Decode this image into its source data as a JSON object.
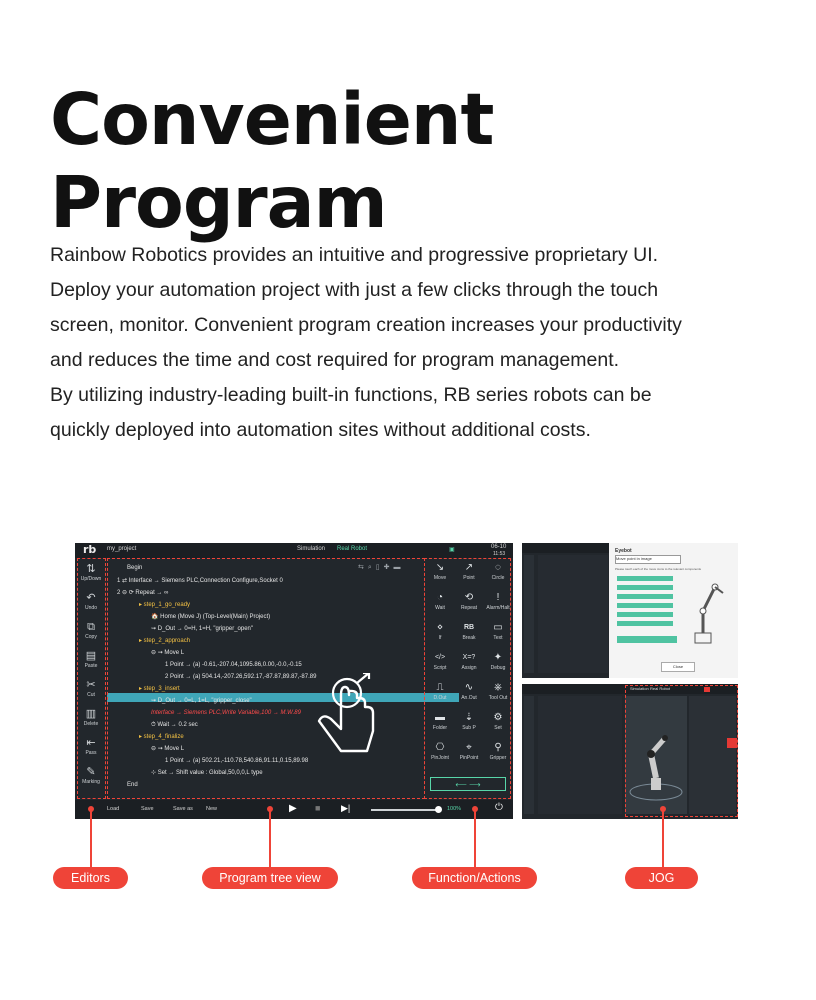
{
  "headline": "Convenient Program",
  "intro": [
    "Rainbow Robotics provides an intuitive and progressive proprietary UI.",
    "Deploy your automation project with just a few clicks through the touch",
    "screen, monitor. Convenient program creation increases your productivity",
    "and reduces the time and cost required for program management.",
    "By utilizing industry-leading built-in functions, RB series robots can be",
    "quickly deployed into automation sites without additional costs."
  ],
  "app": {
    "logo": "rb",
    "project": "my_project",
    "mode_sim": "Simulation",
    "mode_real": "Real Robot",
    "date": "06-10",
    "time": "11:53",
    "tools": [
      {
        "icon": "up-down-icon",
        "glyph": "⇅",
        "label": "Up/Down"
      },
      {
        "icon": "undo-icon",
        "glyph": "↶",
        "label": "Undo"
      },
      {
        "icon": "copy-icon",
        "glyph": "⧉",
        "label": "Copy"
      },
      {
        "icon": "paste-icon",
        "glyph": "▤",
        "label": "Paste"
      },
      {
        "icon": "cut-icon",
        "glyph": "✂",
        "label": "Cut"
      },
      {
        "icon": "delete-icon",
        "glyph": "🗑",
        "label": "Delete"
      },
      {
        "icon": "pass-icon",
        "glyph": "⇤",
        "label": "Pass"
      },
      {
        "icon": "marking-icon",
        "glyph": "✎",
        "label": "Marking"
      }
    ],
    "tree": [
      {
        "text": "Begin"
      },
      {
        "text": "1  ⇄ Interface → Siemens PLC,Connection Configure,Socket 0"
      },
      {
        "text": "2  ⊖ ⟳ Repeat → ∞"
      },
      {
        "text": "▸ step_1_go_ready"
      },
      {
        "text": "🏠 Home (Move J) (Top-Level(Main) Project)"
      },
      {
        "text": "⇝ D_Out → 0=H, 1=H, \"gripper_open\""
      },
      {
        "text": "▸ step_2_approach"
      },
      {
        "text": "⊖ ⇝ Move L"
      },
      {
        "text": "1 Point → (a) -0.61,-207.04,1095.86,0.00,-0.0,-0.15"
      },
      {
        "text": "2 Point → (a) 504.14,-207.26,592.17,-87.87,89.87,-87.89"
      },
      {
        "text": "▸ step_3_insert"
      },
      {
        "text": "⇝ D_Out → 0=L, 1=L, \"gripper_close\""
      },
      {
        "text": "Interface → Siemens PLC,Write Variable,100 → M.W.89"
      },
      {
        "text": "⏱ Wait → 0.2 sec"
      },
      {
        "text": "▸ step_4_finalize"
      },
      {
        "text": "⊖ ⇝ Move L"
      },
      {
        "text": "1 Point → (a) 502.21,-110.78,540.86,91.11,0.15,89.98"
      },
      {
        "text": "⊹ Set → Shift value : Global,50,0,0,L type"
      },
      {
        "text": "End"
      }
    ],
    "functions": [
      {
        "icon": "move-icon",
        "glyph": "↘",
        "label": "Move"
      },
      {
        "icon": "point-icon",
        "glyph": "↗",
        "label": "Point"
      },
      {
        "icon": "circle-icon",
        "glyph": "◌",
        "label": "Circle"
      },
      {
        "icon": "wait-icon",
        "glyph": "◔",
        "label": "Wait"
      },
      {
        "icon": "repeat-icon",
        "glyph": "⟲",
        "label": "Repeat"
      },
      {
        "icon": "alarm-halt-icon",
        "glyph": "!",
        "label": "Alarm/Halt"
      },
      {
        "icon": "if-icon",
        "glyph": "⋄",
        "label": "If"
      },
      {
        "icon": "break-icon",
        "glyph": "RB",
        "label": "Break"
      },
      {
        "icon": "text-icon",
        "glyph": "▭",
        "label": "Text"
      },
      {
        "icon": "script-icon",
        "glyph": "</>",
        "label": "Script"
      },
      {
        "icon": "assign-icon",
        "glyph": "X=?",
        "label": "Assign"
      },
      {
        "icon": "debug-icon",
        "glyph": "✦",
        "label": "Debug"
      },
      {
        "icon": "d-out-icon",
        "glyph": "⎍",
        "label": "D.Out"
      },
      {
        "icon": "an-out-icon",
        "glyph": "∿",
        "label": "An.Out"
      },
      {
        "icon": "tool-out-icon",
        "glyph": "⎈",
        "label": "Tool Out"
      },
      {
        "icon": "folder-icon",
        "glyph": "▬",
        "label": "Folder"
      },
      {
        "icon": "sub-p-icon",
        "glyph": "⇣",
        "label": "Sub P"
      },
      {
        "icon": "set-icon",
        "glyph": "⚙",
        "label": "Set"
      },
      {
        "icon": "pin-joint-icon",
        "glyph": "⎔",
        "label": "PinJoint"
      },
      {
        "icon": "pin-point-icon",
        "glyph": "⌖",
        "label": "PinPoint"
      },
      {
        "icon": "gripper-icon",
        "glyph": "⚲",
        "label": "Gripper"
      }
    ],
    "bottom": {
      "load": "Load",
      "save": "Save",
      "save_as": "Save as",
      "new": "New",
      "speed": "100%"
    }
  },
  "side1": {
    "title": "Eyebot",
    "dropdown": "Move point in image",
    "hint": "Please touch each of the move icons to the relevant components",
    "buttons": [
      "Move point to Shape 1st Align",
      "Move point to Shape 2nd Align",
      "Move point to Shape 3rd Align",
      "Move point to Center Pose Align",
      "Move point to Center 1st Align",
      "Move point to Center 2nd Align"
    ],
    "action": "Move point in image",
    "close": "Close"
  },
  "side2": {
    "tab_sim": "Simulation",
    "tab_real": "Real Robot"
  },
  "tags": [
    "Editors",
    "Program tree view",
    "Function/Actions",
    "JOG"
  ],
  "accent": "#ef4438"
}
